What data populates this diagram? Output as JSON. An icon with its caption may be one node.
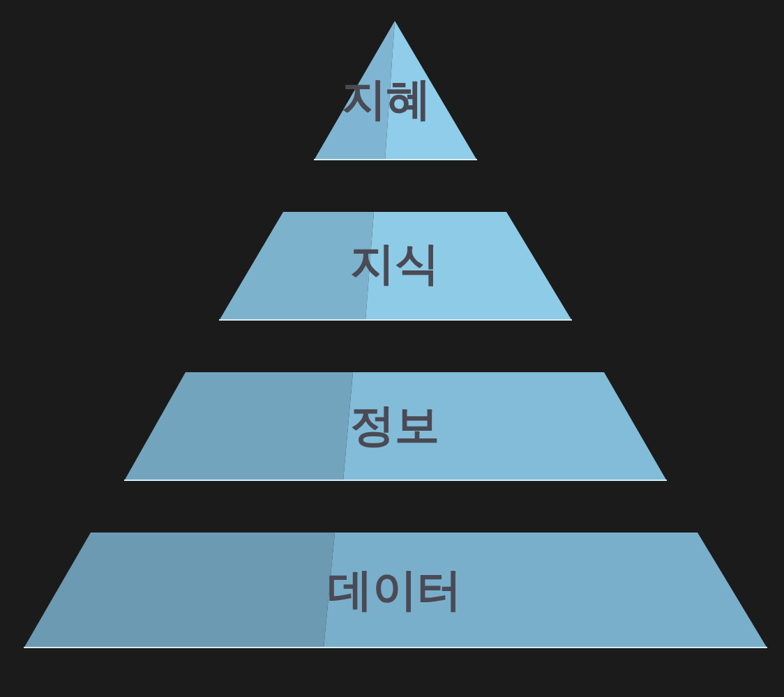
{
  "diagram": {
    "nodes": [
      {
        "text": [
          "지혜"
        ]
      },
      {
        "text": [
          "지식"
        ]
      },
      {
        "text": [
          "정보"
        ]
      },
      {
        "text": [
          "데이터"
        ]
      }
    ],
    "edges": []
  }
}
